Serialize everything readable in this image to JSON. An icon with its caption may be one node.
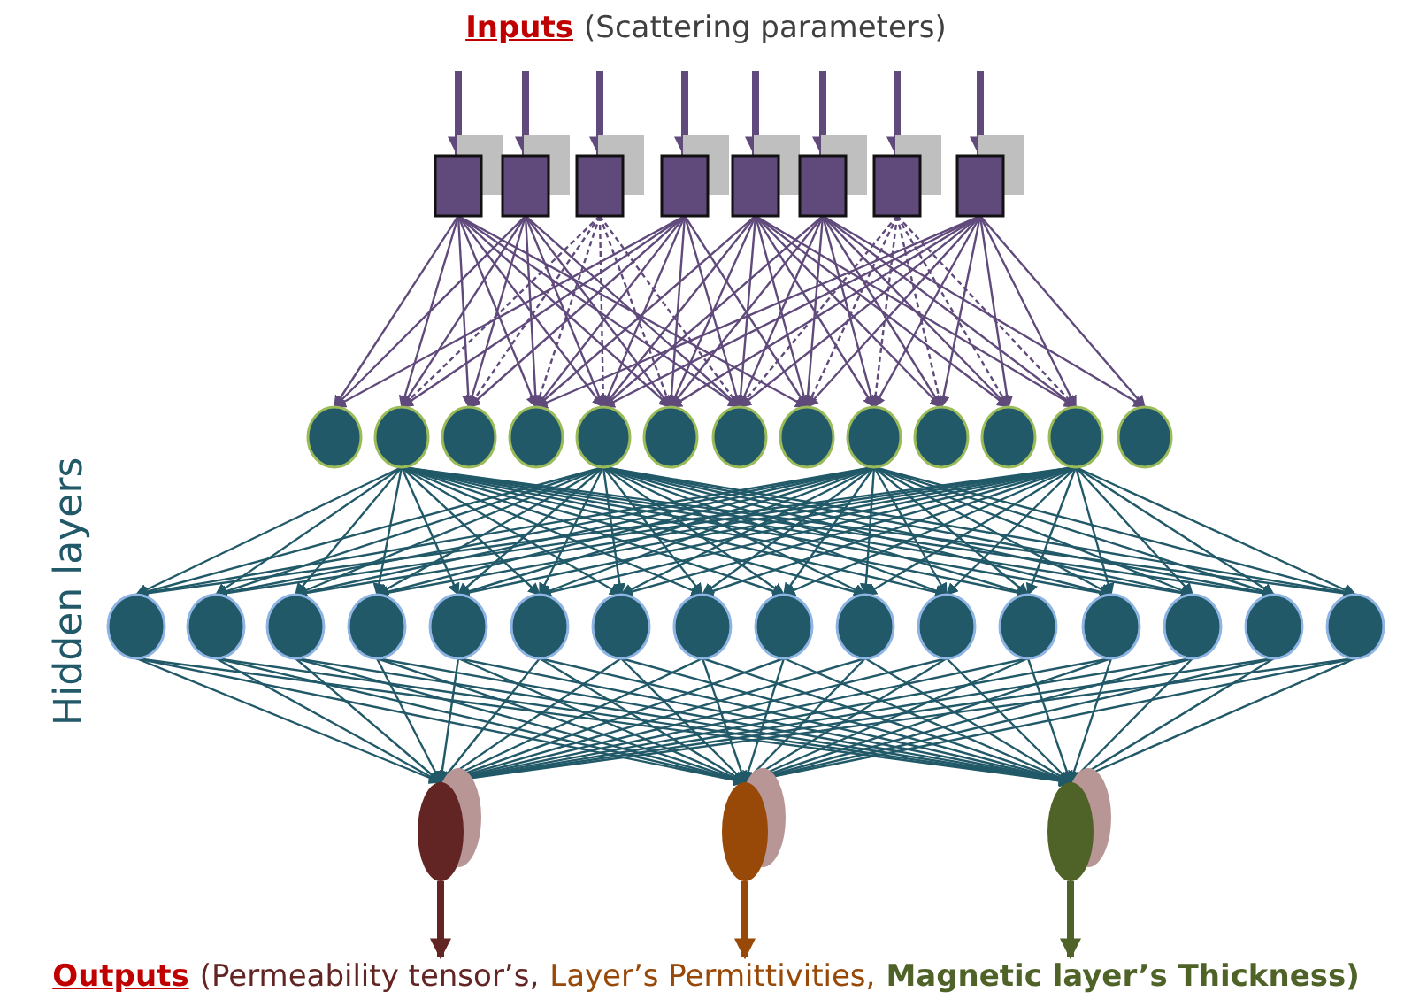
{
  "diagram": {
    "nodes": [
      {
        "text": [],
        "shape": "box"
      },
      {
        "text": [],
        "shape": "box"
      },
      {
        "text": [],
        "shape": "box"
      },
      {
        "text": [],
        "shape": "box"
      },
      {
        "text": [],
        "shape": "box"
      },
      {
        "text": [],
        "shape": "box"
      },
      {
        "text": [],
        "shape": "box"
      },
      {
        "text": [],
        "shape": "box"
      },
      {
        "text": [],
        "shape": "circle"
      },
      {
        "text": [],
        "shape": "circle"
      },
      {
        "text": [],
        "shape": "circle"
      },
      {
        "text": [],
        "shape": "circle"
      },
      {
        "text": [],
        "shape": "circle"
      },
      {
        "text": [],
        "shape": "circle"
      },
      {
        "text": [],
        "shape": "circle"
      },
      {
        "text": [],
        "shape": "circle"
      },
      {
        "text": [],
        "shape": "circle"
      },
      {
        "text": [],
        "shape": "circle"
      },
      {
        "text": [],
        "shape": "circle"
      },
      {
        "text": [],
        "shape": "circle"
      },
      {
        "text": [],
        "shape": "circle"
      },
      {
        "text": [],
        "shape": "circle"
      },
      {
        "text": [],
        "shape": "circle"
      },
      {
        "text": [],
        "shape": "circle"
      },
      {
        "text": [],
        "shape": "circle"
      },
      {
        "text": [],
        "shape": "circle"
      },
      {
        "text": [],
        "shape": "circle"
      },
      {
        "text": [],
        "shape": "circle"
      },
      {
        "text": [],
        "shape": "circle"
      },
      {
        "text": [],
        "shape": "circle"
      },
      {
        "text": [],
        "shape": "circle"
      },
      {
        "text": [],
        "shape": "circle"
      },
      {
        "text": [],
        "shape": "circle"
      },
      {
        "text": [],
        "shape": "circle"
      },
      {
        "text": [],
        "shape": "circle"
      },
      {
        "text": [],
        "shape": "circle"
      },
      {
        "text": [],
        "shape": "circle"
      },
      {
        "text": [],
        "shape": "circle"
      },
      {
        "text": [],
        "shape": "circle"
      },
      {
        "text": [],
        "shape": "circle"
      },
      {
        "text": [
          "(Permeability tensor’s,"
        ]
      },
      {
        "text": [
          "Layer’s Permittivities,"
        ]
      },
      {
        "text": [
          "Magnetic layer’s Thickness)"
        ]
      }
    ],
    "edges": [
      {
        "from": null,
        "to": 0,
        "arrow": "to",
        "style": "thick",
        "color": "#604a7b"
      },
      {
        "from": null,
        "to": 1,
        "arrow": "to",
        "style": "thick",
        "color": "#604a7b"
      },
      {
        "from": null,
        "to": 2,
        "arrow": "to",
        "style": "thick",
        "color": "#604a7b"
      },
      {
        "from": null,
        "to": 3,
        "arrow": "to",
        "style": "thick",
        "color": "#604a7b"
      },
      {
        "from": null,
        "to": 4,
        "arrow": "to",
        "style": "thick",
        "color": "#604a7b"
      },
      {
        "from": null,
        "to": 5,
        "arrow": "to",
        "style": "thick",
        "color": "#604a7b"
      },
      {
        "from": null,
        "to": 6,
        "arrow": "to",
        "style": "thick",
        "color": "#604a7b"
      },
      {
        "from": null,
        "to": 7,
        "arrow": "to",
        "style": "thick",
        "color": "#604a7b"
      },
      {
        "from": 0,
        "to": 8,
        "arrow": "to",
        "color": "#604a7b"
      },
      {
        "from": 0,
        "to": 9,
        "arrow": "to",
        "color": "#604a7b"
      },
      {
        "from": 0,
        "to": 10,
        "arrow": "to",
        "color": "#604a7b"
      },
      {
        "from": 0,
        "to": 11,
        "arrow": "to",
        "color": "#604a7b"
      },
      {
        "from": 0,
        "to": 12,
        "arrow": "to",
        "color": "#604a7b"
      },
      {
        "from": 0,
        "to": 13,
        "arrow": "to",
        "color": "#604a7b"
      },
      {
        "from": 0,
        "to": 14,
        "arrow": "to",
        "color": "#604a7b"
      },
      {
        "from": 0,
        "to": 15,
        "arrow": "to",
        "color": "#604a7b"
      },
      {
        "from": 1,
        "to": 8,
        "arrow": "to",
        "color": "#604a7b"
      },
      {
        "from": 1,
        "to": 9,
        "arrow": "to",
        "color": "#604a7b"
      },
      {
        "from": 1,
        "to": 10,
        "arrow": "to",
        "color": "#604a7b"
      },
      {
        "from": 1,
        "to": 11,
        "arrow": "to",
        "color": "#604a7b"
      },
      {
        "from": 1,
        "to": 12,
        "arrow": "to",
        "color": "#604a7b"
      },
      {
        "from": 1,
        "to": 13,
        "arrow": "to",
        "color": "#604a7b"
      },
      {
        "from": 1,
        "to": 14,
        "arrow": "to",
        "color": "#604a7b"
      },
      {
        "from": 2,
        "to": 9,
        "arrow": "to",
        "style": "dashed",
        "color": "#604a7b"
      },
      {
        "from": 2,
        "to": 10,
        "arrow": "to",
        "style": "dashed",
        "color": "#604a7b"
      },
      {
        "from": 2,
        "to": 11,
        "arrow": "to",
        "style": "dashed",
        "color": "#604a7b"
      },
      {
        "from": 2,
        "to": 12,
        "arrow": "to",
        "style": "dashed",
        "color": "#604a7b"
      },
      {
        "from": 2,
        "to": 13,
        "arrow": "to",
        "style": "dashed",
        "color": "#604a7b"
      },
      {
        "from": 2,
        "to": 14,
        "arrow": "to",
        "style": "dashed",
        "color": "#604a7b"
      },
      {
        "from": 3,
        "to": 8,
        "arrow": "to",
        "color": "#604a7b"
      },
      {
        "from": 3,
        "to": 9,
        "arrow": "to",
        "color": "#604a7b"
      },
      {
        "from": 3,
        "to": 10,
        "arrow": "to",
        "color": "#604a7b"
      },
      {
        "from": 3,
        "to": 11,
        "arrow": "to",
        "color": "#604a7b"
      },
      {
        "from": 3,
        "to": 12,
        "arrow": "to",
        "color": "#604a7b"
      },
      {
        "from": 3,
        "to": 13,
        "arrow": "to",
        "color": "#604a7b"
      },
      {
        "from": 3,
        "to": 14,
        "arrow": "to",
        "color": "#604a7b"
      },
      {
        "from": 3,
        "to": 15,
        "arrow": "to",
        "color": "#604a7b"
      },
      {
        "from": 4,
        "to": 11,
        "arrow": "to",
        "color": "#604a7b"
      },
      {
        "from": 4,
        "to": 12,
        "arrow": "to",
        "color": "#604a7b"
      },
      {
        "from": 4,
        "to": 13,
        "arrow": "to",
        "color": "#604a7b"
      },
      {
        "from": 4,
        "to": 14,
        "arrow": "to",
        "color": "#604a7b"
      },
      {
        "from": 4,
        "to": 15,
        "arrow": "to",
        "color": "#604a7b"
      },
      {
        "from": 4,
        "to": 16,
        "arrow": "to",
        "color": "#604a7b"
      },
      {
        "from": 4,
        "to": 17,
        "arrow": "to",
        "color": "#604a7b"
      },
      {
        "from": 4,
        "to": 18,
        "arrow": "to",
        "color": "#604a7b"
      },
      {
        "from": 4,
        "to": 19,
        "arrow": "to",
        "color": "#604a7b"
      },
      {
        "from": 5,
        "to": 12,
        "arrow": "to",
        "color": "#604a7b"
      },
      {
        "from": 5,
        "to": 13,
        "arrow": "to",
        "color": "#604a7b"
      },
      {
        "from": 5,
        "to": 14,
        "arrow": "to",
        "color": "#604a7b"
      },
      {
        "from": 5,
        "to": 15,
        "arrow": "to",
        "color": "#604a7b"
      },
      {
        "from": 5,
        "to": 16,
        "arrow": "to",
        "color": "#604a7b"
      },
      {
        "from": 5,
        "to": 17,
        "arrow": "to",
        "color": "#604a7b"
      },
      {
        "from": 5,
        "to": 18,
        "arrow": "to",
        "color": "#604a7b"
      },
      {
        "from": 5,
        "to": 19,
        "arrow": "to",
        "color": "#604a7b"
      },
      {
        "from": 5,
        "to": 20,
        "arrow": "to",
        "color": "#604a7b"
      },
      {
        "from": 6,
        "to": 14,
        "arrow": "to",
        "style": "dashed",
        "color": "#604a7b"
      },
      {
        "from": 6,
        "to": 15,
        "arrow": "to",
        "style": "dashed",
        "color": "#604a7b"
      },
      {
        "from": 6,
        "to": 16,
        "arrow": "to",
        "style": "dashed",
        "color": "#604a7b"
      },
      {
        "from": 6,
        "to": 17,
        "arrow": "to",
        "style": "dashed",
        "color": "#604a7b"
      },
      {
        "from": 6,
        "to": 18,
        "arrow": "to",
        "style": "dashed",
        "color": "#604a7b"
      },
      {
        "from": 6,
        "to": 19,
        "arrow": "to",
        "style": "dashed",
        "color": "#604a7b"
      },
      {
        "from": 7,
        "to": 11,
        "arrow": "to",
        "color": "#604a7b"
      },
      {
        "from": 7,
        "to": 12,
        "arrow": "to",
        "color": "#604a7b"
      },
      {
        "from": 7,
        "to": 13,
        "arrow": "to",
        "color": "#604a7b"
      },
      {
        "from": 7,
        "to": 14,
        "arrow": "to",
        "color": "#604a7b"
      },
      {
        "from": 7,
        "to": 15,
        "arrow": "to",
        "color": "#604a7b"
      },
      {
        "from": 7,
        "to": 16,
        "arrow": "to",
        "color": "#604a7b"
      },
      {
        "from": 7,
        "to": 17,
        "arrow": "to",
        "color": "#604a7b"
      },
      {
        "from": 7,
        "to": 18,
        "arrow": "to",
        "color": "#604a7b"
      },
      {
        "from": 7,
        "to": 19,
        "arrow": "to",
        "color": "#604a7b"
      },
      {
        "from": 7,
        "to": 20,
        "arrow": "to",
        "color": "#604a7b"
      },
      {
        "from": 9,
        "to": 21,
        "arrow": "to"
      },
      {
        "from": 9,
        "to": 22,
        "arrow": "to"
      },
      {
        "from": 9,
        "to": 23,
        "arrow": "to"
      },
      {
        "from": 9,
        "to": 24,
        "arrow": "to"
      },
      {
        "from": 9,
        "to": 25,
        "arrow": "to"
      },
      {
        "from": 9,
        "to": 26,
        "arrow": "to"
      },
      {
        "from": 9,
        "to": 27,
        "arrow": "to"
      },
      {
        "from": 9,
        "to": 28,
        "arrow": "to"
      },
      {
        "from": 9,
        "to": 29,
        "arrow": "to"
      },
      {
        "from": 9,
        "to": 30,
        "arrow": "to"
      },
      {
        "from": 9,
        "to": 31,
        "arrow": "to"
      },
      {
        "from": 9,
        "to": 32,
        "arrow": "to"
      },
      {
        "from": 9,
        "to": 33,
        "arrow": "to"
      },
      {
        "from": 9,
        "to": 34,
        "arrow": "to"
      },
      {
        "from": 9,
        "to": 35,
        "arrow": "to"
      },
      {
        "from": 9,
        "to": 36,
        "arrow": "to"
      },
      {
        "from": 12,
        "to": 21,
        "arrow": "to"
      },
      {
        "from": 12,
        "to": 22,
        "arrow": "to"
      },
      {
        "from": 12,
        "to": 23,
        "arrow": "to"
      },
      {
        "from": 12,
        "to": 24,
        "arrow": "to"
      },
      {
        "from": 12,
        "to": 25,
        "arrow": "to"
      },
      {
        "from": 12,
        "to": 26,
        "arrow": "to"
      },
      {
        "from": 12,
        "to": 27,
        "arrow": "to"
      },
      {
        "from": 12,
        "to": 28,
        "arrow": "to"
      },
      {
        "from": 12,
        "to": 29,
        "arrow": "to"
      },
      {
        "from": 12,
        "to": 30,
        "arrow": "to"
      },
      {
        "from": 12,
        "to": 31,
        "arrow": "to"
      },
      {
        "from": 12,
        "to": 32,
        "arrow": "to"
      },
      {
        "from": 12,
        "to": 33,
        "arrow": "to"
      },
      {
        "from": 12,
        "to": 34,
        "arrow": "to"
      },
      {
        "from": 12,
        "to": 35,
        "arrow": "to"
      },
      {
        "from": 12,
        "to": 36,
        "arrow": "to"
      },
      {
        "from": 16,
        "to": 21,
        "arrow": "to"
      },
      {
        "from": 16,
        "to": 22,
        "arrow": "to"
      },
      {
        "from": 16,
        "to": 23,
        "arrow": "to"
      },
      {
        "from": 16,
        "to": 24,
        "arrow": "to"
      },
      {
        "from": 16,
        "to": 25,
        "arrow": "to"
      },
      {
        "from": 16,
        "to": 26,
        "arrow": "to"
      },
      {
        "from": 16,
        "to": 27,
        "arrow": "to"
      },
      {
        "from": 16,
        "to": 28,
        "arrow": "to"
      },
      {
        "from": 16,
        "to": 29,
        "arrow": "to"
      },
      {
        "from": 16,
        "to": 30,
        "arrow": "to"
      },
      {
        "from": 16,
        "to": 31,
        "arrow": "to"
      },
      {
        "from": 16,
        "to": 32,
        "arrow": "to"
      },
      {
        "from": 16,
        "to": 33,
        "arrow": "to"
      },
      {
        "from": 16,
        "to": 34,
        "arrow": "to"
      },
      {
        "from": 16,
        "to": 35,
        "arrow": "to"
      },
      {
        "from": 16,
        "to": 36,
        "arrow": "to"
      },
      {
        "from": 19,
        "to": 21,
        "arrow": "to"
      },
      {
        "from": 19,
        "to": 22,
        "arrow": "to"
      },
      {
        "from": 19,
        "to": 23,
        "arrow": "to"
      },
      {
        "from": 19,
        "to": 24,
        "arrow": "to"
      },
      {
        "from": 19,
        "to": 25,
        "arrow": "to"
      },
      {
        "from": 19,
        "to": 26,
        "arrow": "to"
      },
      {
        "from": 19,
        "to": 27,
        "arrow": "to"
      },
      {
        "from": 19,
        "to": 28,
        "arrow": "to"
      },
      {
        "from": 19,
        "to": 29,
        "arrow": "to"
      },
      {
        "from": 19,
        "to": 30,
        "arrow": "to"
      },
      {
        "from": 19,
        "to": 31,
        "arrow": "to"
      },
      {
        "from": 19,
        "to": 32,
        "arrow": "to"
      },
      {
        "from": 19,
        "to": 33,
        "arrow": "to"
      },
      {
        "from": 19,
        "to": 34,
        "arrow": "to"
      },
      {
        "from": 19,
        "to": 35,
        "arrow": "to"
      },
      {
        "from": 19,
        "to": 36,
        "arrow": "to"
      },
      {
        "from": 21,
        "to": 37,
        "arrow": "to"
      },
      {
        "from": 22,
        "to": 37,
        "arrow": "to"
      },
      {
        "from": 23,
        "to": 37,
        "arrow": "to"
      },
      {
        "from": 24,
        "to": 37,
        "arrow": "to"
      },
      {
        "from": 25,
        "to": 37,
        "arrow": "to"
      },
      {
        "from": 26,
        "to": 37,
        "arrow": "to"
      },
      {
        "from": 27,
        "to": 37,
        "arrow": "to"
      },
      {
        "from": 28,
        "to": 37,
        "arrow": "to"
      },
      {
        "from": 29,
        "to": 37,
        "arrow": "to"
      },
      {
        "from": 30,
        "to": 37,
        "arrow": "to"
      },
      {
        "from": 31,
        "to": 37,
        "arrow": "to"
      },
      {
        "from": 32,
        "to": 37,
        "arrow": "to"
      },
      {
        "from": 33,
        "to": 37,
        "arrow": "to"
      },
      {
        "from": 34,
        "to": 37,
        "arrow": "to"
      },
      {
        "from": 35,
        "to": 37,
        "arrow": "to"
      },
      {
        "from": 36,
        "to": 37,
        "arrow": "to"
      },
      {
        "from": 21,
        "to": 38,
        "arrow": "to"
      },
      {
        "from": 22,
        "to": 38,
        "arrow": "to"
      },
      {
        "from": 23,
        "to": 38,
        "arrow": "to"
      },
      {
        "from": 24,
        "to": 38,
        "arrow": "to"
      },
      {
        "from": 25,
        "to": 38,
        "arrow": "to"
      },
      {
        "from": 26,
        "to": 38,
        "arrow": "to"
      },
      {
        "from": 27,
        "to": 38,
        "arrow": "to"
      },
      {
        "from": 28,
        "to": 38,
        "arrow": "to"
      },
      {
        "from": 29,
        "to": 38,
        "arrow": "to"
      },
      {
        "from": 30,
        "to": 38,
        "arrow": "to"
      },
      {
        "from": 31,
        "to": 38,
        "arrow": "to"
      },
      {
        "from": 32,
        "to": 38,
        "arrow": "to"
      },
      {
        "from": 33,
        "to": 38,
        "arrow": "to"
      },
      {
        "from": 34,
        "to": 38,
        "arrow": "to"
      },
      {
        "from": 35,
        "to": 38,
        "arrow": "to"
      },
      {
        "from": 36,
        "to": 38,
        "arrow": "to"
      },
      {
        "from": 21,
        "to": 39,
        "arrow": "to"
      },
      {
        "from": 22,
        "to": 39,
        "arrow": "to"
      },
      {
        "from": 23,
        "to": 39,
        "arrow": "to"
      },
      {
        "from": 24,
        "to": 39,
        "arrow": "to"
      },
      {
        "from": 25,
        "to": 39,
        "arrow": "to"
      },
      {
        "from": 26,
        "to": 39,
        "arrow": "to"
      },
      {
        "from": 27,
        "to": 39,
        "arrow": "to"
      },
      {
        "from": 28,
        "to": 39,
        "arrow": "to"
      },
      {
        "from": 29,
        "to": 39,
        "arrow": "to"
      },
      {
        "from": 30,
        "to": 39,
        "arrow": "to"
      },
      {
        "from": 31,
        "to": 39,
        "arrow": "to"
      },
      {
        "from": 32,
        "to": 39,
        "arrow": "to"
      },
      {
        "from": 33,
        "to": 39,
        "arrow": "to"
      },
      {
        "from": 34,
        "to": 39,
        "arrow": "to"
      },
      {
        "from": 35,
        "to": 39,
        "arrow": "to"
      },
      {
        "from": 36,
        "to": 39,
        "arrow": "to"
      },
      {
        "from": 37,
        "to": 40,
        "arrow": "to",
        "style": "thick",
        "color": "#632523"
      },
      {
        "from": 38,
        "to": 41,
        "arrow": "to",
        "style": "thick",
        "color": "#984807"
      },
      {
        "from": 39,
        "to": 42,
        "arrow": "to",
        "style": "thick",
        "color": "#4f6228"
      }
    ],
    "labels": [
      "Inputs",
      "(Scattering parameters)",
      "Hidden layers",
      "Outputs"
    ]
  }
}
